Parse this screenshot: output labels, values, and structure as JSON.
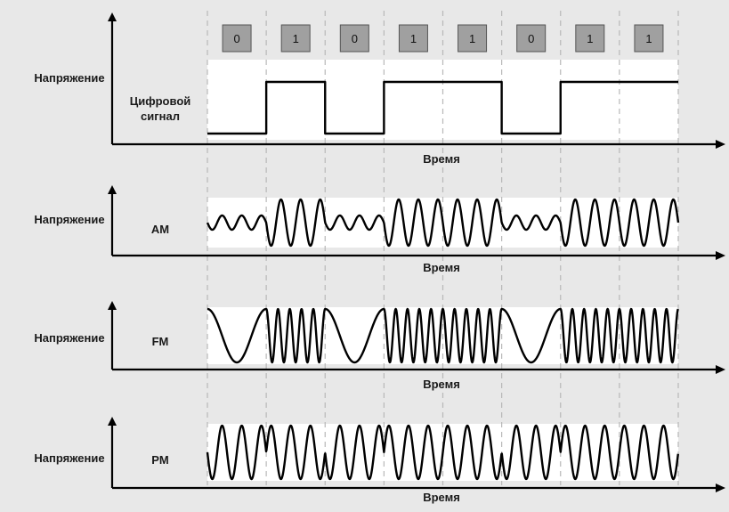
{
  "bits": [
    "0",
    "1",
    "0",
    "1",
    "1",
    "0",
    "1",
    "1"
  ],
  "panels": [
    {
      "id": "digital",
      "ylabel": "Напряжение",
      "label_lines": [
        "Цифровой",
        "сигнал"
      ],
      "xlabel": "Время"
    },
    {
      "id": "am",
      "ylabel": "Напряжение",
      "label_lines": [
        "AM"
      ],
      "xlabel": "Время"
    },
    {
      "id": "fm",
      "ylabel": "Напряжение",
      "label_lines": [
        "FM"
      ],
      "xlabel": "Время"
    },
    {
      "id": "pm",
      "ylabel": "Напряжение",
      "label_lines": [
        "PM"
      ],
      "xlabel": "Время"
    }
  ]
}
